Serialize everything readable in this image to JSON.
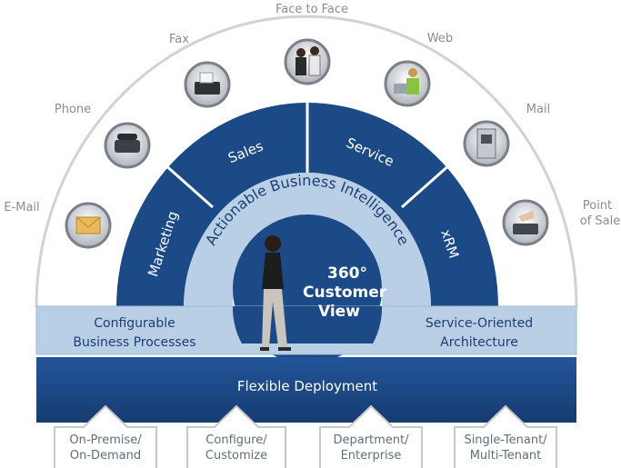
{
  "channels": {
    "email": "E-Mail",
    "phone": "Phone",
    "fax": "Fax",
    "face_to_face": "Face to Face",
    "web": "Web",
    "mail": "Mail",
    "pos_line1": "Point",
    "pos_line2": "of Sale"
  },
  "segments": {
    "marketing": "Marketing",
    "sales": "Sales",
    "service": "Service",
    "xrm": "xRM"
  },
  "business_intelligence": "Actionable Business Intelligence",
  "center": {
    "line1": "360°",
    "line2": "Customer",
    "line3": "View"
  },
  "band": {
    "left_line1": "Configurable",
    "left_line2": "Business Processes",
    "right_line1": "Service-Oriented",
    "right_line2": "Architecture"
  },
  "deployment": "Flexible Deployment",
  "options": [
    {
      "line1": "On-Premise/",
      "line2": "On-Demand"
    },
    {
      "line1": "Configure/",
      "line2": "Customize"
    },
    {
      "line1": "Department/",
      "line2": "Enterprise"
    },
    {
      "line1": "Single-Tenant/",
      "line2": "Multi-Tenant"
    }
  ],
  "colors": {
    "navy": "#1b4a87",
    "light_blue": "#b9cfe6",
    "light_blue_stroke": "#8fb0d3",
    "gray_arc": "#d0d0d0"
  }
}
